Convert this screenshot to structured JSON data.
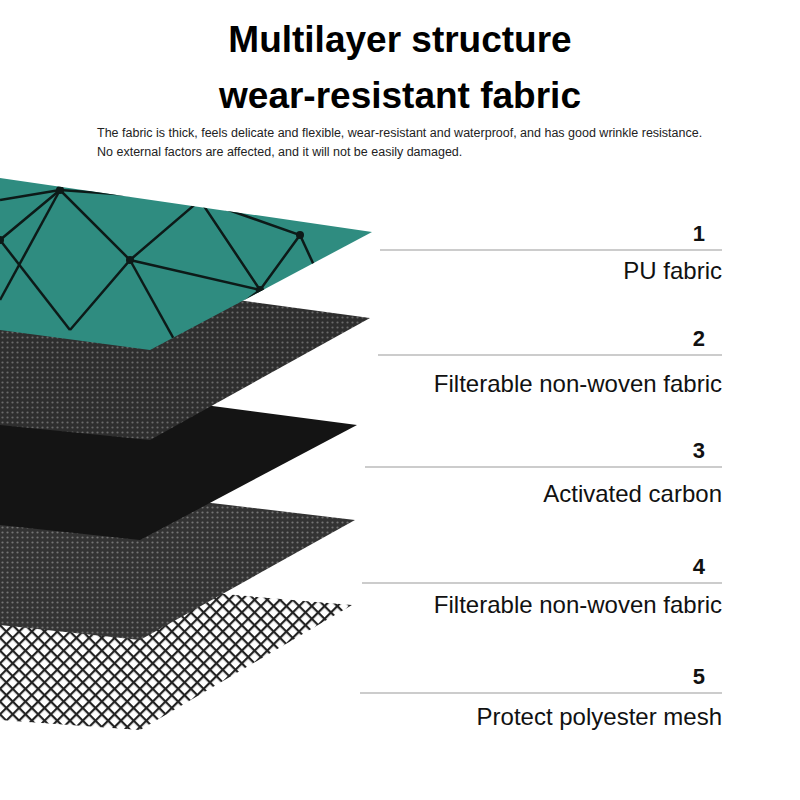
{
  "diagram": {
    "title": "Multilayer structure wear-resistant fabric",
    "caption": "The fabric is thick, feels delicate and flexible, wear-resistant and waterproof, and has good wrinkle resistance. No external factors are affected, and it will not be easily damaged.",
    "labels": [
      "1",
      "PU fabric",
      "2",
      "Filterable non-woven fabric",
      "3",
      "Activated carbon",
      "4",
      "Filterable non-woven fabric",
      "5",
      "Protect polyester mesh"
    ]
  }
}
